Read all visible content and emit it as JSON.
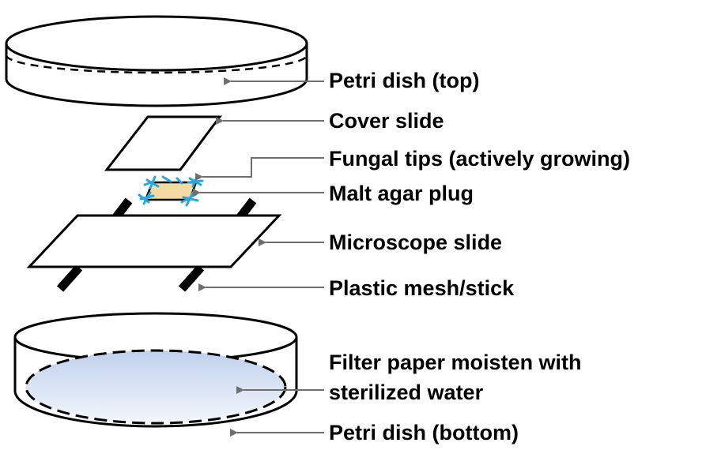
{
  "labels": {
    "petri_top": "Petri dish (top)",
    "cover_slide": "Cover slide",
    "fungal_tips": "Fungal tips (actively growing)",
    "malt_agar": "Malt agar plug",
    "microscope_slide": "Microscope slide",
    "plastic_mesh": "Plastic mesh/stick",
    "filter_line1": "Filter paper moisten with",
    "filter_line2": "sterilized water",
    "petri_bottom": "Petri dish (bottom)"
  },
  "colors": {
    "outline": "#000000",
    "arrow": "#6e6e6e",
    "agar": "#f3d9a2",
    "hyphae": "#2aa7df",
    "water_top": "#bfd0ec",
    "water_bottom": "#f4f7fc"
  }
}
